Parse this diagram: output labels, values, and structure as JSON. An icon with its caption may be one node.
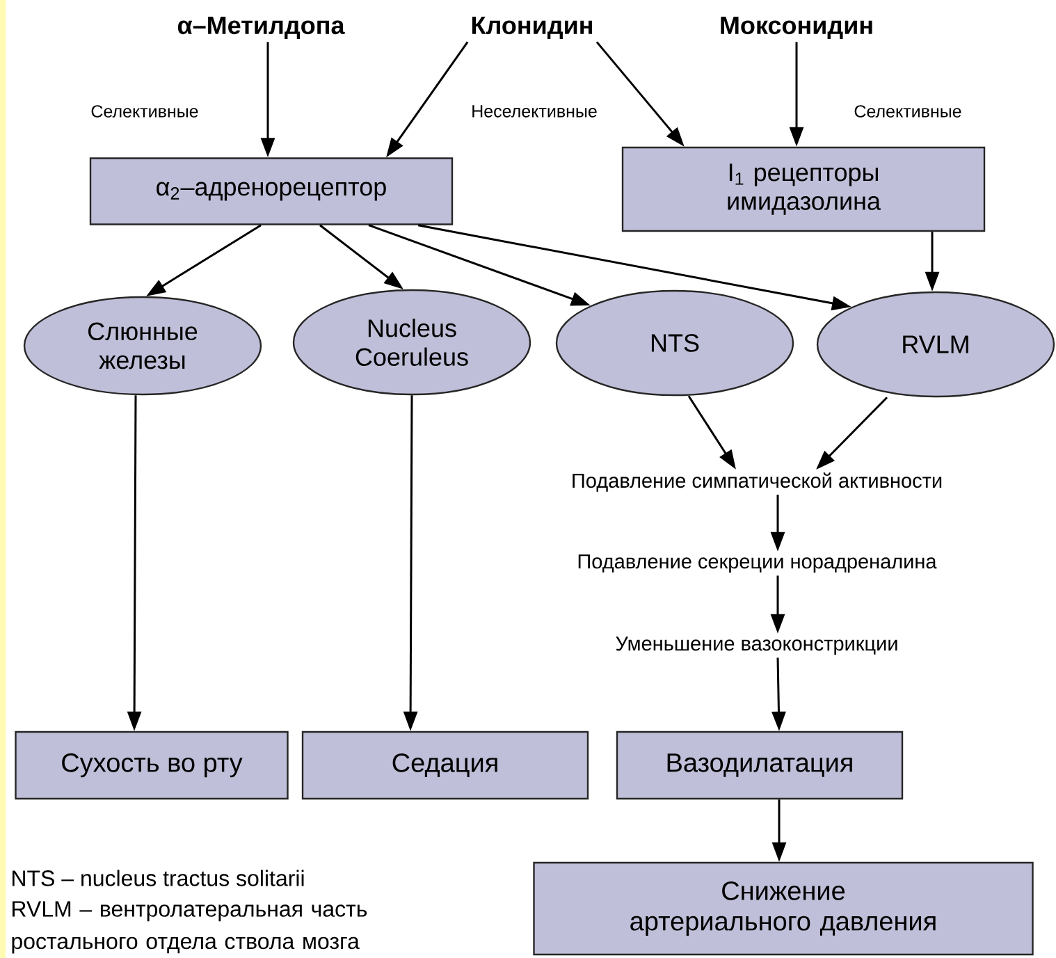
{
  "diagram": {
    "nodes": [
      {
        "text": [
          "α–Метилдопа"
        ]
      },
      {
        "text": [
          "Клонидин"
        ]
      },
      {
        "text": [
          "Моксонидин"
        ]
      },
      {
        "text": [
          "α$_{2}$–адренорецептор"
        ]
      },
      {
        "text": [
          "I$_{1}$ рецепторы имидазолина"
        ]
      },
      {
        "text": [
          "Слюнные железы"
        ]
      },
      {
        "text": [
          "Nucleus Coeruleus"
        ]
      },
      {
        "text": [
          "NTS"
        ]
      },
      {
        "text": [
          "RVLM"
        ]
      },
      {
        "text": [
          "Подавление симпатической активности"
        ]
      },
      {
        "text": [
          "Подавление секреции норадреналина"
        ]
      },
      {
        "text": [
          "Уменьшение вазоконстрикции"
        ]
      },
      {
        "text": [
          "Сухость во рту"
        ]
      },
      {
        "text": [
          "Седация"
        ]
      },
      {
        "text": [
          "Вазодилатация"
        ]
      },
      {
        "text": [
          "Снижение артериального давления"
        ]
      }
    ],
    "edges": [
      {
        "from": 0,
        "to": 3,
        "arrow": "to"
      },
      {
        "from": 1,
        "to": 3,
        "arrow": "to"
      },
      {
        "from": 1,
        "to": 4,
        "arrow": "to"
      },
      {
        "from": 2,
        "to": 4,
        "arrow": "to"
      },
      {
        "from": 3,
        "to": 5,
        "arrow": "to"
      },
      {
        "from": 3,
        "to": 6,
        "arrow": "to"
      },
      {
        "from": 3,
        "to": 7,
        "arrow": "to"
      },
      {
        "from": 3,
        "to": 8,
        "arrow": "to"
      },
      {
        "from": 4,
        "to": 8,
        "arrow": "to"
      },
      {
        "from": 5,
        "to": 12,
        "arrow": "to"
      },
      {
        "from": 6,
        "to": 13,
        "arrow": "to"
      },
      {
        "from": 7,
        "to": 9,
        "arrow": "to"
      },
      {
        "from": 8,
        "to": 9,
        "arrow": "to"
      },
      {
        "from": 9,
        "to": 10,
        "arrow": "to"
      },
      {
        "from": 10,
        "to": 11,
        "arrow": "to"
      },
      {
        "from": 11,
        "to": 14,
        "arrow": "to"
      },
      {
        "from": 14,
        "to": 15,
        "arrow": "to"
      }
    ],
    "labels": [
      "Селективные",
      "Неселективные",
      "Селективные",
      "NTS – nucleus tractus solitarii",
      "RVLM – вентролатеральная часть ростального отдела ствола мозга"
    ]
  }
}
